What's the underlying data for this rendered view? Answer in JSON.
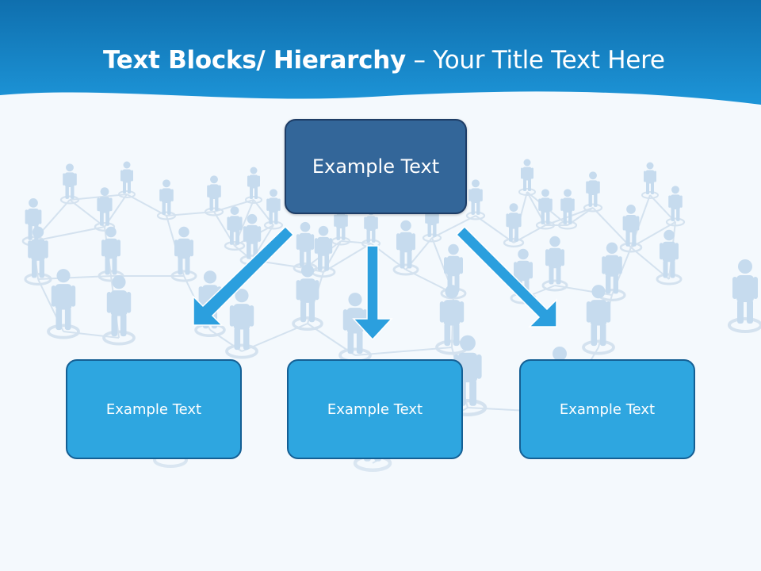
{
  "slide": {
    "title_bold": "Text Blocks/ Hierarchy",
    "title_rest": " – Your Title Text Here"
  },
  "hierarchy": {
    "top": {
      "label": "Example Text"
    },
    "children": [
      {
        "label": "Example Text"
      },
      {
        "label": "Example Text"
      },
      {
        "label": "Example Text"
      }
    ]
  },
  "colors": {
    "header_blue": "#1682c4",
    "top_box": "#336699",
    "child_box": "#2ea6e0",
    "arrow": "#2b9fde",
    "people": "#c6dbee"
  }
}
